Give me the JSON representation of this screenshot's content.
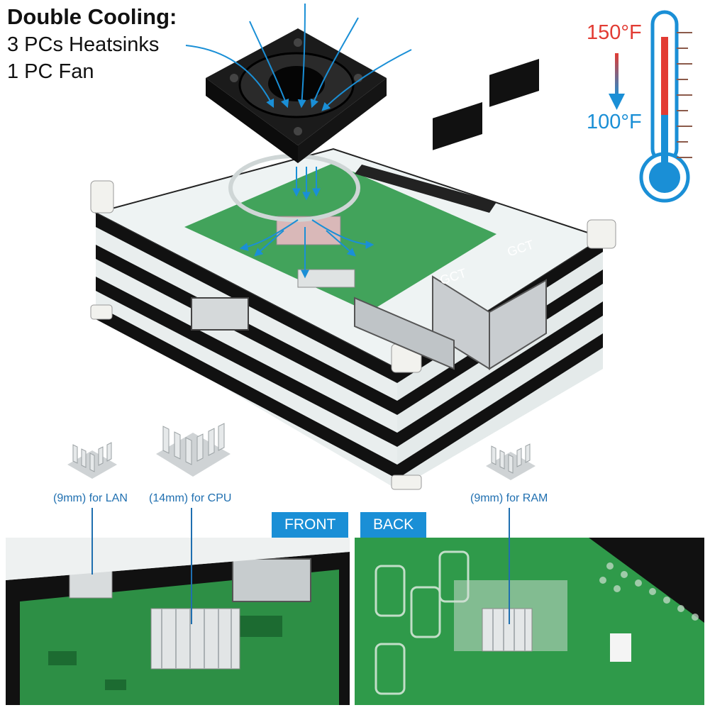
{
  "headline": {
    "title": "Double Cooling:",
    "line2": "3 PCs Heatsinks",
    "line3": "1 PC Fan"
  },
  "thermometer": {
    "high": "150°F",
    "low": "100°F",
    "high_color": "#e23b33",
    "low_color": "#1a8fd6"
  },
  "heatsinks": {
    "lan_label": "(9mm) for LAN",
    "cpu_label": "(14mm) for CPU",
    "ram_label": "(9mm) for RAM"
  },
  "tabs": {
    "front": "FRONT",
    "back": "BACK"
  },
  "board_text": {
    "gct_1": "GCT",
    "gct_2": "GCT"
  },
  "colors": {
    "accent": "#1a8fd6",
    "pcb_green": "#2f9a4a",
    "label_blue": "#1f6fb0"
  }
}
